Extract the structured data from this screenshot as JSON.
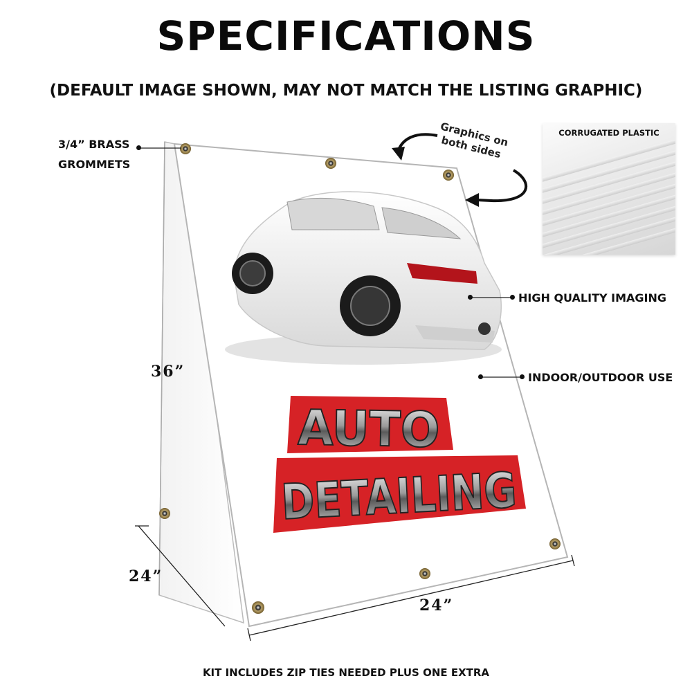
{
  "header": {
    "title": "SPECIFICATIONS",
    "subtitle": "(DEFAULT IMAGE SHOWN, MAY NOT MATCH THE LISTING GRAPHIC)"
  },
  "callouts": {
    "grommets_line1": "3/4” BRASS",
    "grommets_line2": "GROMMETS",
    "graphics_line1": "Graphics on",
    "graphics_line2": "both sides",
    "corrugated": "CORRUGATED PLASTIC",
    "imaging": "HIGH QUALITY IMAGING",
    "indoor": "INDOOR/OUTDOOR USE"
  },
  "dimensions": {
    "height": "36”",
    "depth": "24”",
    "width": "24”"
  },
  "sign": {
    "line1": "AUTO",
    "line2": "DETAILING"
  },
  "footer": {
    "note": "KIT INCLUDES ZIP TIES NEEDED PLUS ONE EXTRA"
  },
  "colors": {
    "accent_red": "#d4161a",
    "text": "#111111",
    "board": "#ffffff"
  }
}
